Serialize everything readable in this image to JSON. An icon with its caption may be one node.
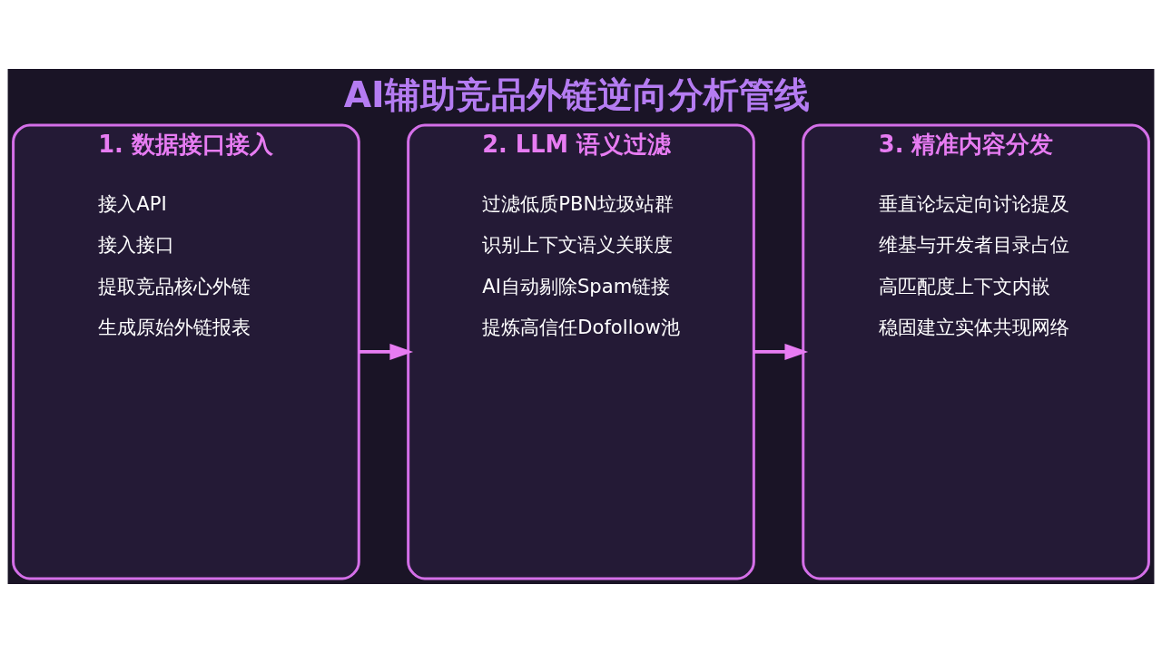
{
  "diagram": {
    "title": "AI辅助竞品外链逆向分析管线",
    "nodes": [
      {
        "text": [
          "1. 数据接口接入",
          "接入API",
          "接入接口",
          "提取竞品核心外链",
          "生成原始外链报表"
        ]
      },
      {
        "text": [
          "2. LLM 语义过滤",
          "过滤低质PBN垃圾站群",
          "识别上下文语义关联度",
          "AI自动剔除Spam链接",
          "提炼高信任Dofollow池"
        ]
      },
      {
        "text": [
          "3. 精准内容分发",
          "垂直论坛定向讨论提及",
          "维基与开发者目录占位",
          "高匹配度上下文内嵌",
          "稳固建立实体共现网络"
        ]
      }
    ],
    "edges": [
      {
        "from": 0,
        "to": 1,
        "arrow": "to"
      },
      {
        "from": 1,
        "to": 2,
        "arrow": "to"
      }
    ]
  }
}
